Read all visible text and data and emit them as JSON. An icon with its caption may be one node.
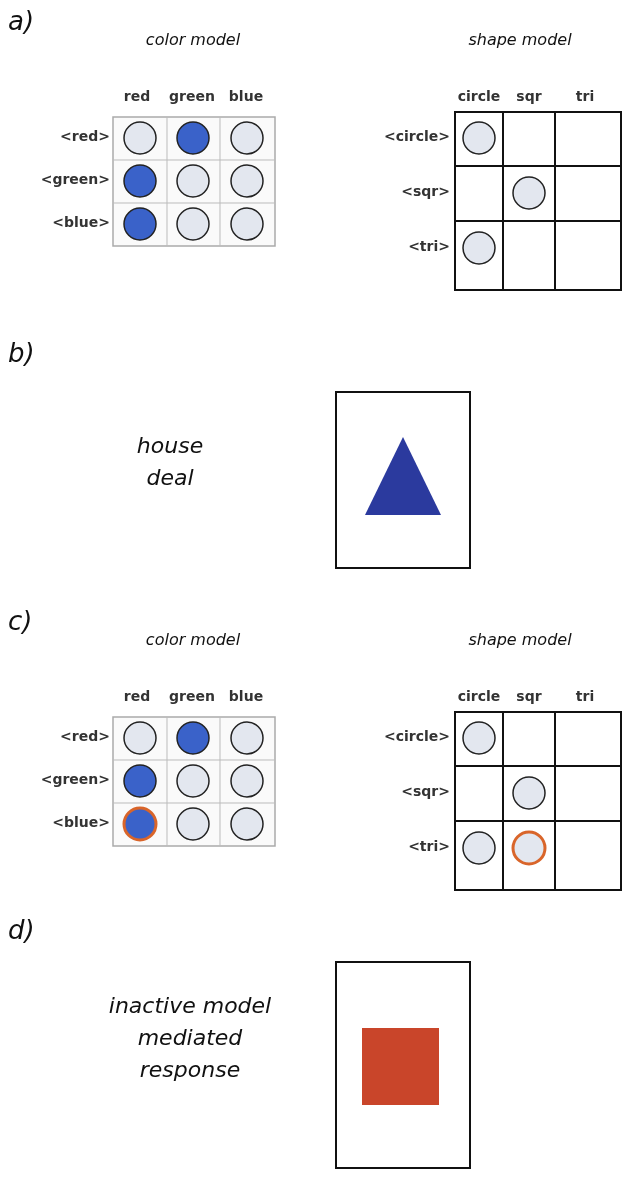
{
  "diagram": {
    "labels": [
      "a)",
      "color model",
      "shape model",
      "red",
      "green",
      "blue",
      "circle",
      "sqr",
      "tri",
      "<red>",
      "<circle>",
      "<green>",
      "<sqr>",
      "<blue>",
      "<tri>",
      "b)",
      "house deal",
      "c)",
      "color model",
      "shape model",
      "red",
      "green",
      "blue",
      "circle",
      "sqr",
      "tri",
      "<red>",
      "<circle>",
      "<green>",
      "<sqr>",
      "<blue>",
      "<tri>",
      "d)",
      "inactive model mediated response"
    ]
  }
}
